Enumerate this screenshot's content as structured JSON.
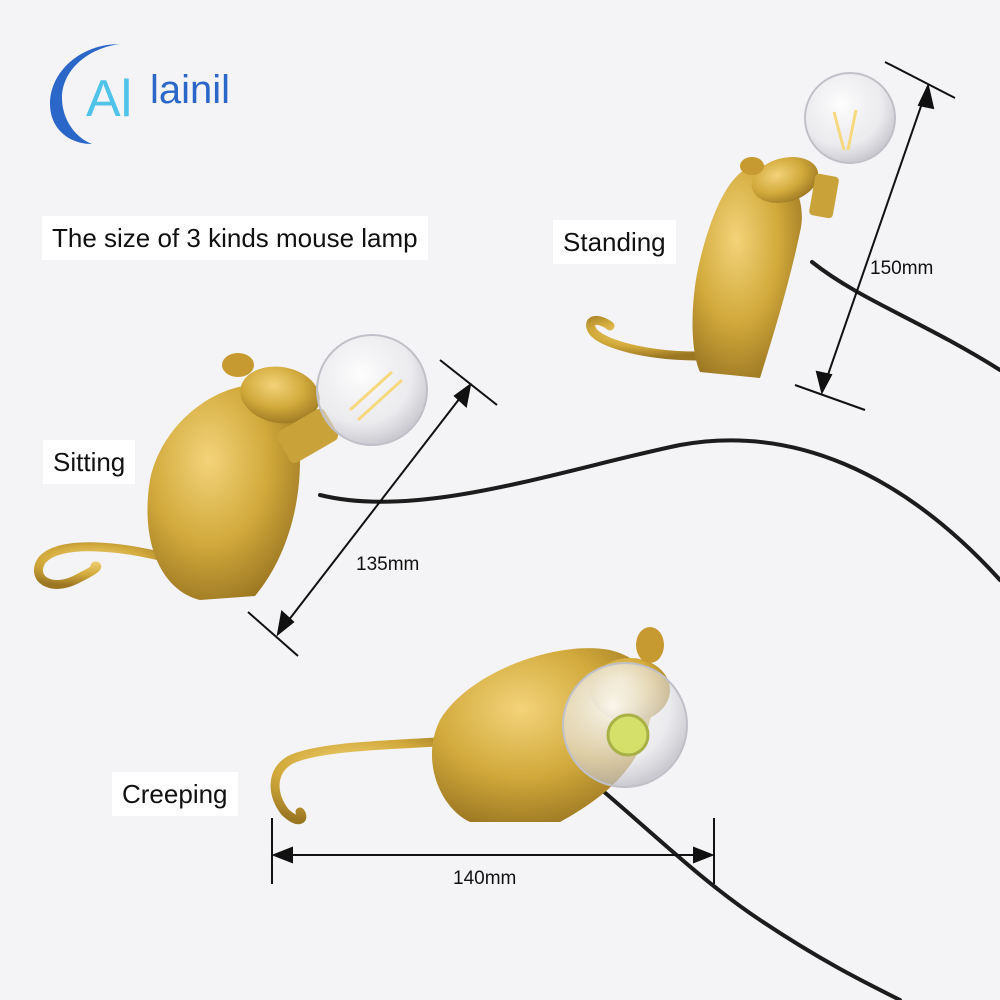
{
  "brand": {
    "name": "lainil",
    "mark": "Al"
  },
  "title": "The size of 3 kinds mouse lamp",
  "lamps": {
    "standing": {
      "label": "Standing",
      "size": "150mm"
    },
    "sitting": {
      "label": "Sitting",
      "size": "135mm"
    },
    "creeping": {
      "label": "Creeping",
      "size": "140mm"
    }
  },
  "colors": {
    "gold": "#d2aa3c",
    "cord": "#1c1c1c",
    "brand_blue": "#2b67c8",
    "brand_cyan": "#4fc3e8"
  }
}
